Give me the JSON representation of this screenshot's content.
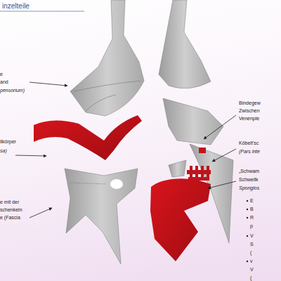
{
  "diagram": {
    "title": "inzelteile",
    "labels": [
      "e",
      "and",
      "pensorium)",
      "llkörper",
      "sa)",
      "e mit der",
      "schenkeln",
      "e (Fascia",
      "Bindegew",
      "Zwischen",
      "Venenple",
      "Köbelt'sc",
      "(Pars inte",
      "„Schwam",
      "Schwellk",
      "Spongios",
      "E",
      "B",
      "R",
      "p",
      "V",
      "S",
      "(",
      "v",
      "V",
      "("
    ]
  }
}
